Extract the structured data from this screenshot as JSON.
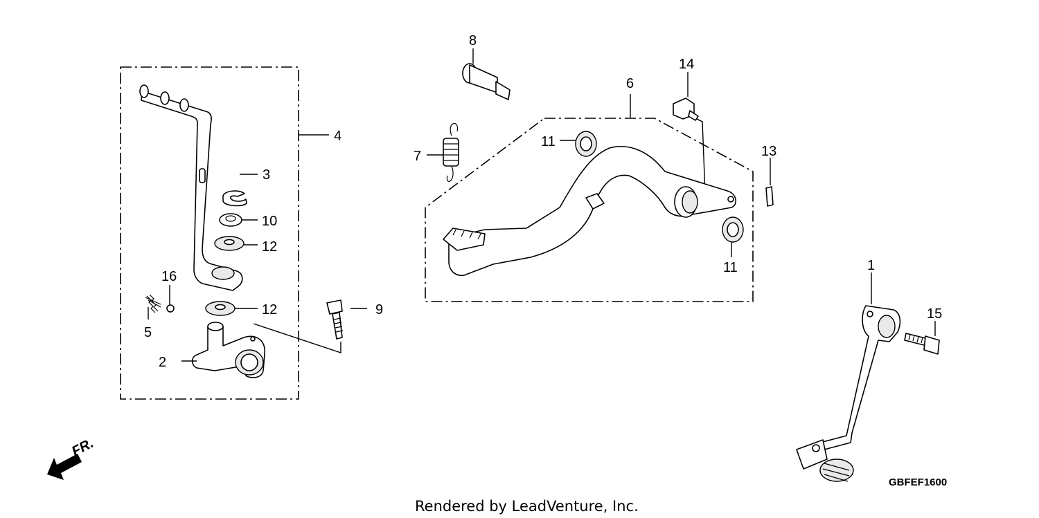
{
  "diagram": {
    "callouts": {
      "c1": "1",
      "c2": "2",
      "c3": "3",
      "c4": "4",
      "c5": "5",
      "c6": "6",
      "c7": "7",
      "c8": "8",
      "c9": "9",
      "c10": "10",
      "c11a": "11",
      "c11b": "11",
      "c12a": "12",
      "c12b": "12",
      "c13": "13",
      "c14": "14",
      "c15": "15",
      "c16": "16"
    },
    "direction_label": "FR.",
    "diagram_code": "GBFEF1600",
    "footer": "Rendered by LeadVenture, Inc."
  }
}
